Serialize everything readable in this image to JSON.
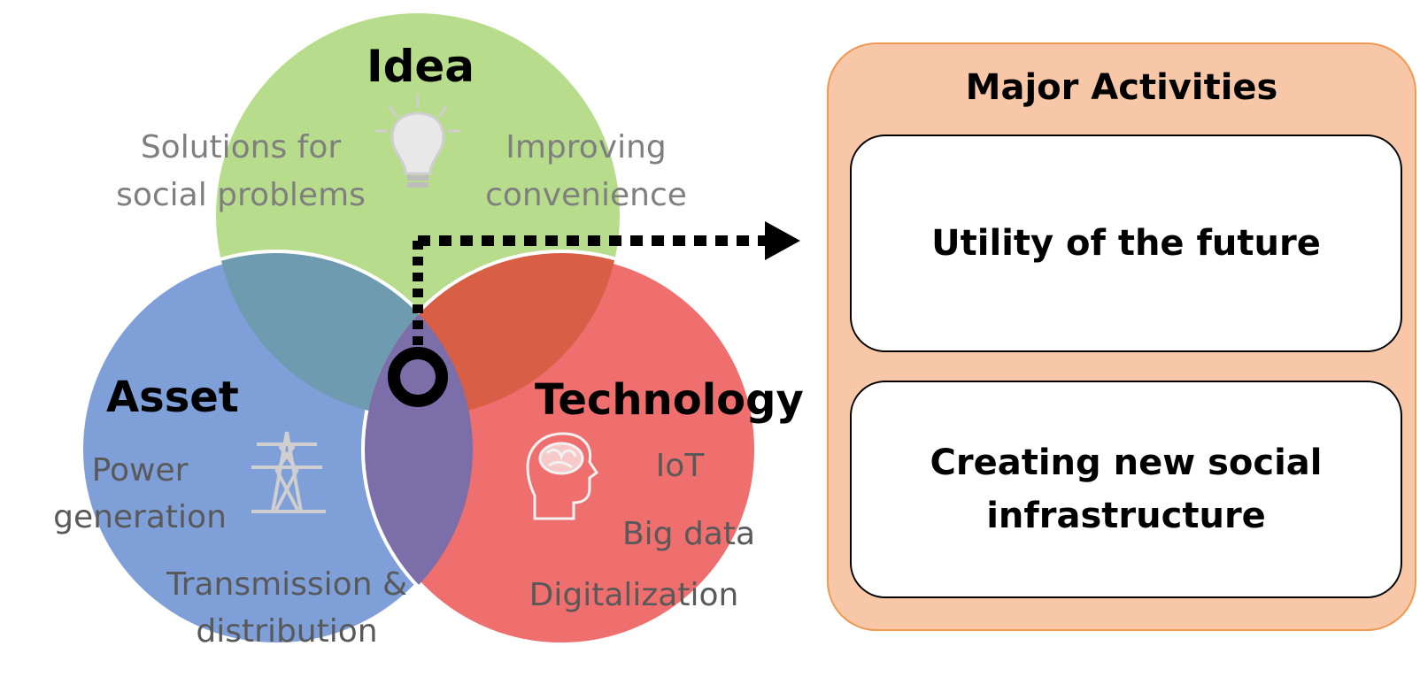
{
  "venn": {
    "idea": {
      "title": "Idea",
      "left_lines": [
        "Solutions for",
        "social problems"
      ],
      "right_lines": [
        "Improving",
        "convenience"
      ],
      "icon": "lightbulb-icon",
      "color": "#b7dd8c"
    },
    "asset": {
      "title": "Asset",
      "lines": [
        "Power",
        "generation"
      ],
      "bottom_lines": [
        "Transmission &",
        "distribution"
      ],
      "icon": "transmission-tower-icon",
      "color": "#7f9fd9"
    },
    "technology": {
      "title": "Technology",
      "items": [
        "IoT",
        "Big data",
        "Digitalization"
      ],
      "icon": "brain-head-icon",
      "color": "#ef6e6e"
    },
    "overlap_colors": {
      "idea_asset": "#6e9bb0",
      "idea_technology": "#d85f45",
      "asset_technology": "#7c6ea8"
    },
    "text_color": "#7f7f7f"
  },
  "activities": {
    "title": "Major Activities",
    "items": [
      "Utility of the future",
      "Creating new social\ninfrastructure"
    ],
    "panel_color": "#f7c7a8",
    "border_color": "#ef9a52"
  }
}
